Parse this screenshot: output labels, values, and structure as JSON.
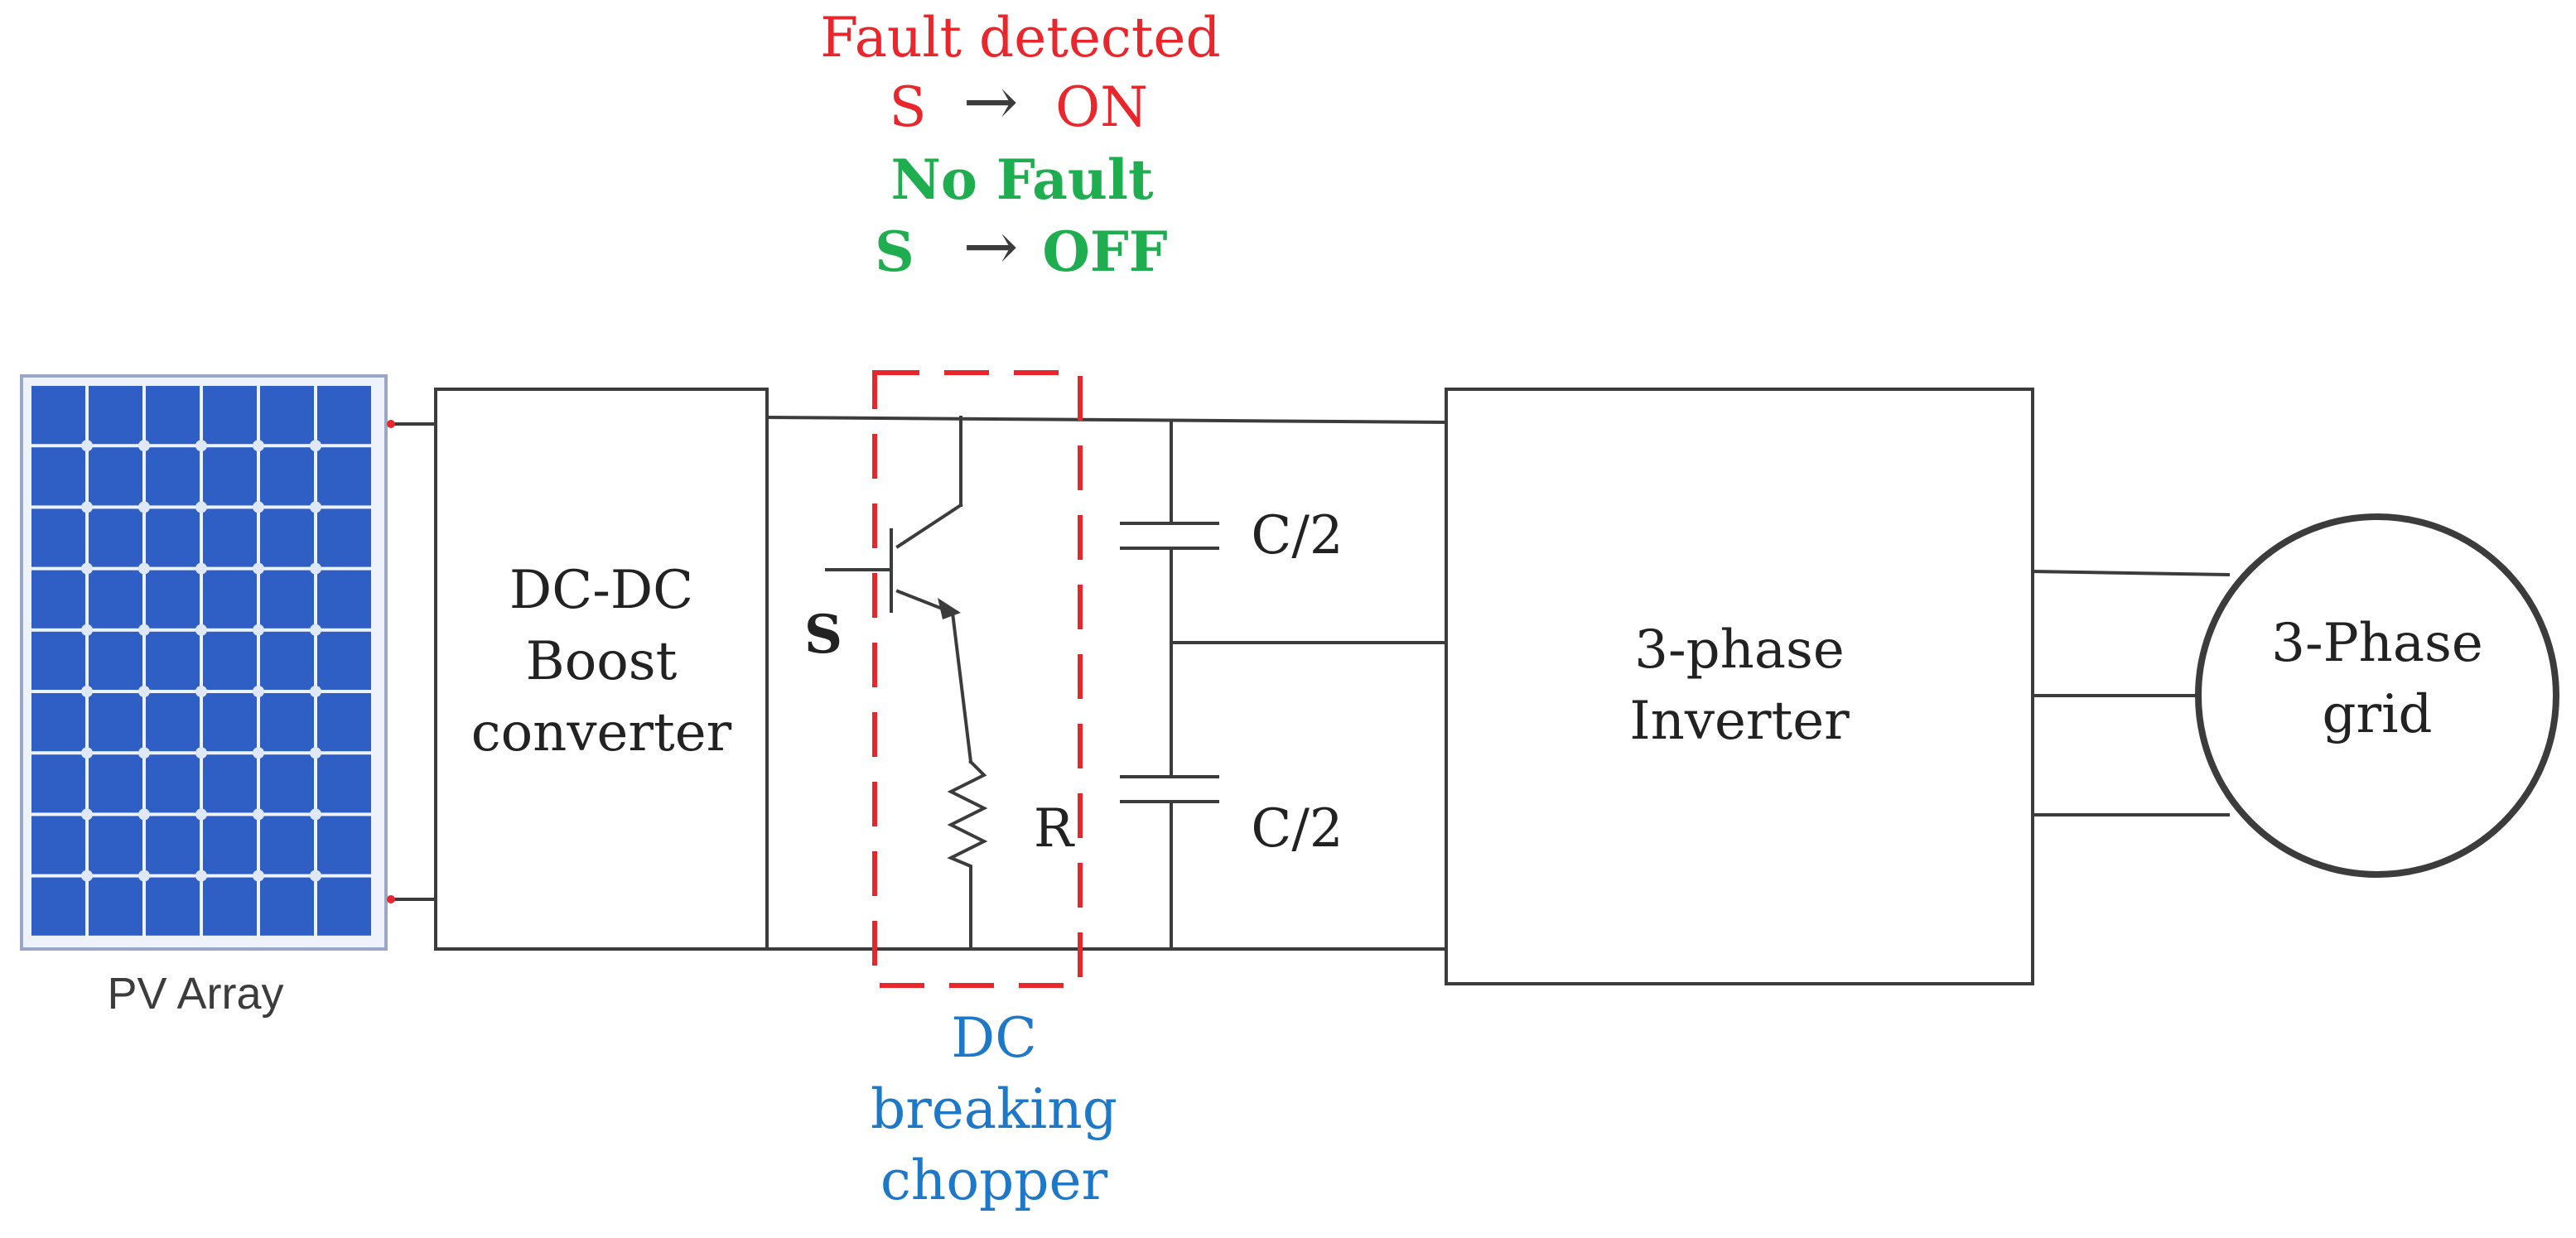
{
  "status": {
    "fault_line1": "Fault detected",
    "fault_line2_left": "S",
    "fault_line2_right": "ON",
    "nofault_line1": "No Fault",
    "nofault_line2_left": "S",
    "nofault_line2_right": "OFF",
    "arrow": "→"
  },
  "pv_array_label": "PV Array",
  "boost": {
    "line1": "DC-DC",
    "line2": "Boost",
    "line3": "converter"
  },
  "switch_label": "S",
  "resistor_label": "R",
  "cap_top_label": "C/2",
  "cap_bottom_label": "C/2",
  "inverter": {
    "line1": "3-phase",
    "line2": "Inverter"
  },
  "grid": {
    "line1": "3-Phase",
    "line2": "grid"
  },
  "chopper": {
    "line1": "DC",
    "line2": "breaking",
    "line3": "chopper"
  },
  "colors": {
    "fault": "#e8262b",
    "nofault": "#1fae4f",
    "chopper_text": "#1e78c8",
    "chopper_box": "#e8262b",
    "panel_cell": "#2f5fc4",
    "panel_grid": "#dfe8f7"
  }
}
